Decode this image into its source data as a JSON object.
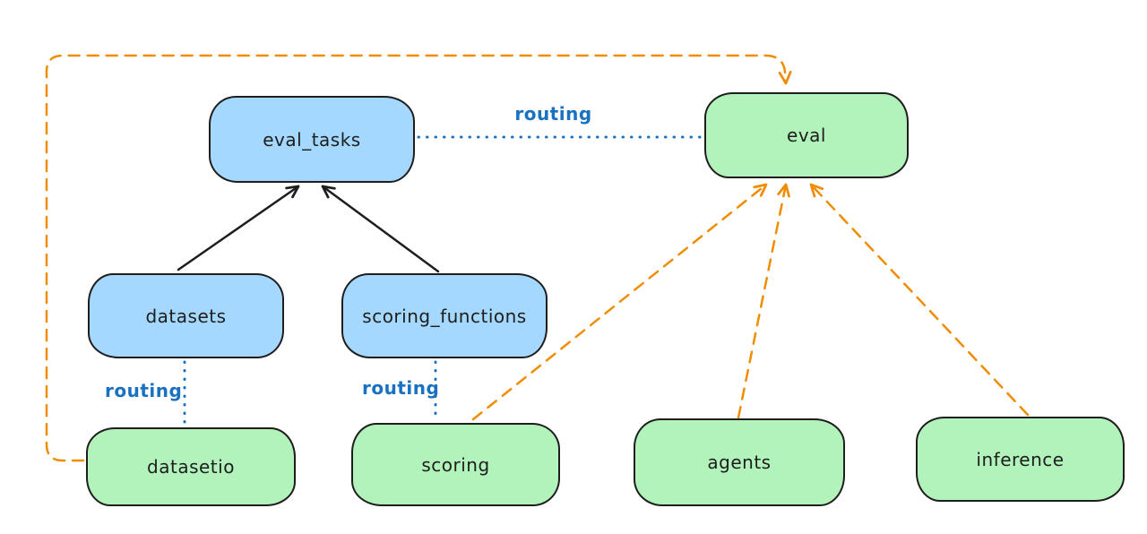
{
  "canvas": {
    "background": "#ffffff"
  },
  "colors": {
    "stroke": "#1e1e1e",
    "blue_fill": "#a5d8ff",
    "green_fill": "#b2f2bb",
    "routing_blue": "#1971c2",
    "orange": "#f08c00",
    "text": "#1e1e1e"
  },
  "nodes": {
    "eval_tasks": {
      "label": "eval_tasks",
      "fill": "#a5d8ff"
    },
    "eval": {
      "label": "eval",
      "fill": "#b2f2bb"
    },
    "datasets": {
      "label": "datasets",
      "fill": "#a5d8ff"
    },
    "scoring_functions": {
      "label": "scoring_functions",
      "fill": "#a5d8ff"
    },
    "datasetio": {
      "label": "datasetio",
      "fill": "#b2f2bb"
    },
    "scoring": {
      "label": "scoring",
      "fill": "#b2f2bb"
    },
    "agents": {
      "label": "agents",
      "fill": "#b2f2bb"
    },
    "inference": {
      "label": "inference",
      "fill": "#b2f2bb"
    }
  },
  "edge_labels": {
    "eval_tasks_to_eval": "routing",
    "datasets_to_datasetio": "routing",
    "scoring_functions_to_scoring": "routing"
  },
  "edges": [
    {
      "from": "datasets",
      "to": "eval_tasks",
      "style": "solid-black-arrow"
    },
    {
      "from": "scoring_functions",
      "to": "eval_tasks",
      "style": "solid-black-arrow"
    },
    {
      "from": "eval_tasks",
      "to": "eval",
      "style": "dotted-blue",
      "label": "routing"
    },
    {
      "from": "datasets",
      "to": "datasetio",
      "style": "dotted-blue",
      "label": "routing"
    },
    {
      "from": "scoring_functions",
      "to": "scoring",
      "style": "dotted-blue",
      "label": "routing"
    },
    {
      "from": "datasetio",
      "to": "eval",
      "style": "dashed-orange-arrow"
    },
    {
      "from": "scoring",
      "to": "eval",
      "style": "dashed-orange-arrow"
    },
    {
      "from": "agents",
      "to": "eval",
      "style": "dashed-orange-arrow"
    },
    {
      "from": "inference",
      "to": "eval",
      "style": "dashed-orange-arrow"
    }
  ]
}
